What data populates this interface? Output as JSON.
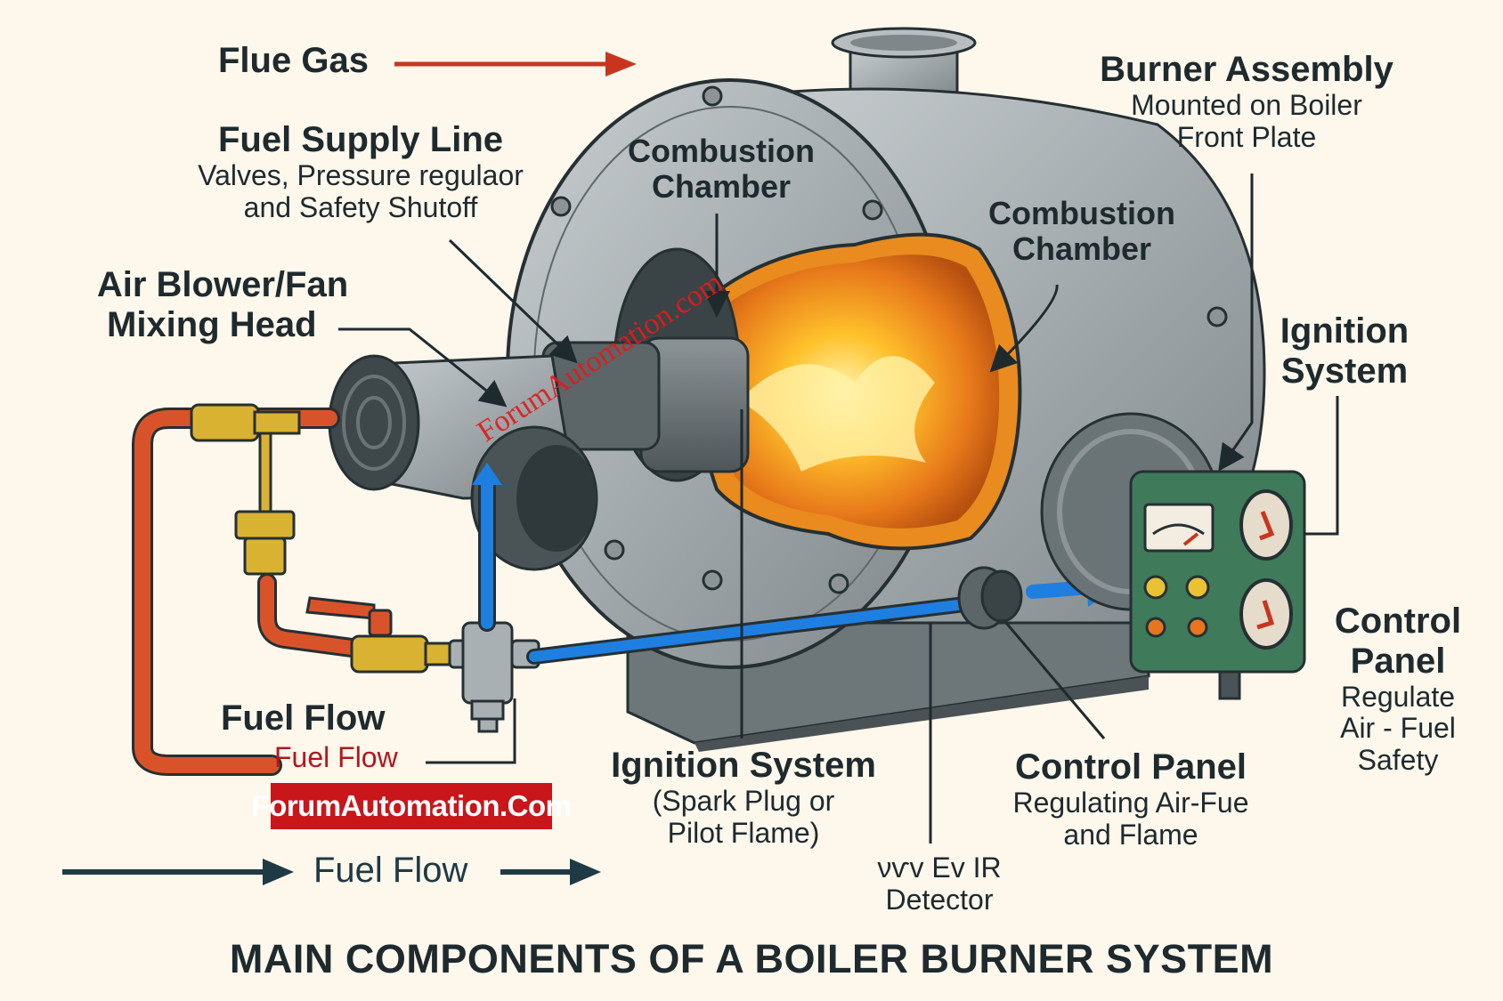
{
  "title": "MAIN COMPONENTS OF A BOILER BURNER SYSTEM",
  "watermark": "ForumAutomation.com",
  "brand_badge": "ForumAutomation.Com",
  "colors": {
    "background": "#fdf7ec",
    "text": "#1e2a2e",
    "flue_arrow": "#c8351f",
    "brand_red": "#c8161b",
    "fuel_pipe": "#d9532a",
    "air_pipe": "#1e7fe0",
    "flame": "#f39a1c",
    "boiler_steel": "#9ea5a8",
    "control_panel": "#3f7a5a",
    "brass": "#d9b231"
  },
  "labels": {
    "flue_gas": "Flue Gas",
    "fuel_supply_line": {
      "title": "Fuel Supply Line",
      "desc_1": "Valves, Pressure regulaor",
      "desc_2": "and Safety Shutoff"
    },
    "air_blower": {
      "line_1": "Air Blower/Fan",
      "line_2": "Mixing Head"
    },
    "combustion_chamber_left": {
      "line_1": "Combustion",
      "line_2": "Chamber"
    },
    "combustion_chamber_right": {
      "line_1": "Combustion",
      "line_2": "Chamber"
    },
    "burner_assembly": {
      "title": "Burner Assembly",
      "desc_1": "Mounted on Boiler",
      "desc_2": "Front Plate"
    },
    "ignition_system_right": {
      "line_1": "Ignition",
      "line_2": "System"
    },
    "control_panel_right": {
      "line_1": "Control",
      "line_2": "Panel",
      "desc_1": "Regulate",
      "desc_2": "Air - Fuel",
      "desc_3": "Safety"
    },
    "fuel_flow_main": "Fuel Flow",
    "fuel_flow_red": "Fuel Flow",
    "fuel_flow_bottom": "Fuel Flow",
    "ignition_system_bottom": {
      "title": "Ignition System",
      "desc_1": "(Spark Plug or",
      "desc_2": "Pilot Flame)"
    },
    "detector": {
      "line_1": "νѵv Ev IR",
      "line_2": "Detector"
    },
    "control_panel_bottom": {
      "title": "Control Panel",
      "desc_1": "Regulating Air-Fue",
      "desc_2": "and Flame"
    }
  }
}
